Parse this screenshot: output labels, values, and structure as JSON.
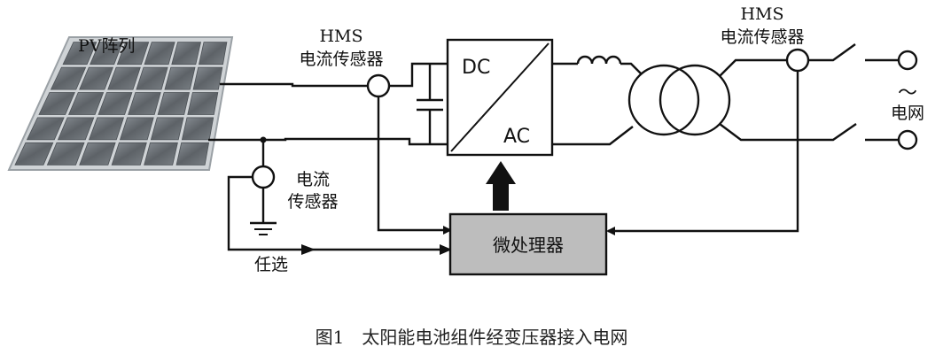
{
  "labels": {
    "pv_array": "PV阵列",
    "hms_left_line1": "HMS",
    "hms_left_line2": "电流传感器",
    "hms_right_line1": "HMS",
    "hms_right_line2": "电流传感器",
    "sensor_line1": "电流",
    "sensor_line2": "传感器",
    "optional": "任选",
    "dc": "DC",
    "ac": "AC",
    "microprocessor": "微处理器",
    "ac_symbol": "～",
    "grid": "电网"
  },
  "caption": "图1　太阳能电池组件经变压器接入电网",
  "colors": {
    "line": "#111111",
    "microprocessor_fill": "#bdbdbd",
    "panel_cell": "#6f7479",
    "panel_frame": "#c8ccd0"
  }
}
